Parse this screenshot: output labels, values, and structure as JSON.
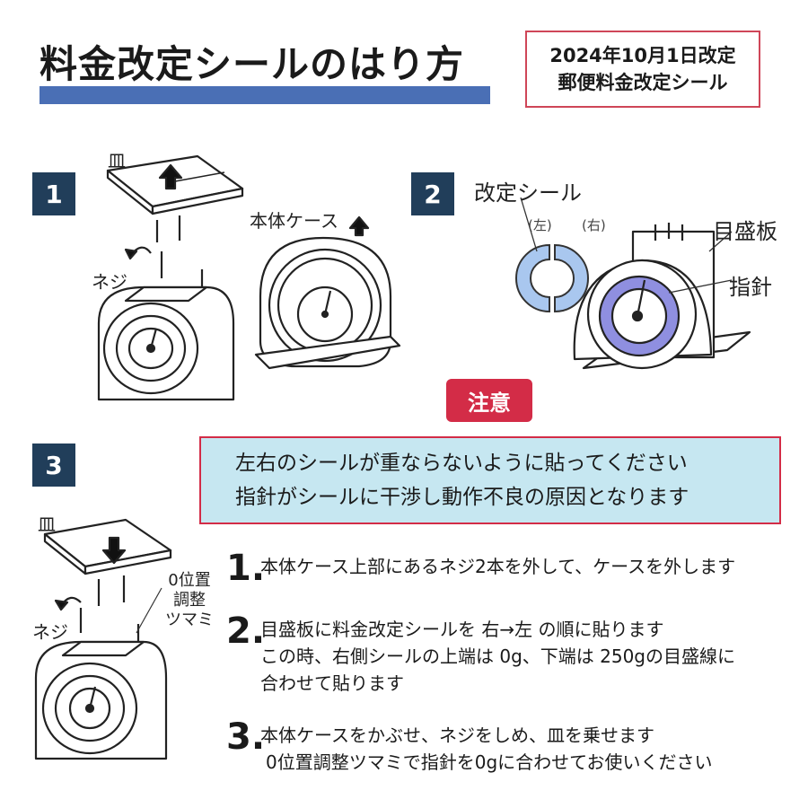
{
  "header": {
    "title": "料金改定シールのはり方",
    "revision_lines": [
      "2024年10月1日改定",
      "郵便料金改定シール"
    ]
  },
  "steps": [
    {
      "number": "1",
      "labels": {
        "plate": "皿",
        "screw": "ネジ",
        "case": "本体ケース"
      }
    },
    {
      "number": "2",
      "labels": {
        "seal": "改定シール",
        "left": "(左)",
        "right": "(右)",
        "dial": "目盛板",
        "needle": "指針"
      }
    },
    {
      "number": "3",
      "labels": {
        "plate": "皿",
        "screw": "ネジ",
        "knob_lines": [
          "0位置",
          "調整",
          "ツマミ"
        ]
      }
    }
  ],
  "caution": {
    "badge": "注意",
    "lines": [
      "左右のシールが重ならないように貼ってください",
      "指針がシールに干渉し動作不良の原因となります"
    ]
  },
  "instructions": [
    {
      "number": "1.",
      "lines": [
        "本体ケース上部にあるネジ2本を外して、ケースを外します"
      ]
    },
    {
      "number": "2.",
      "lines": [
        "目盛板に料金改定シールを 右→左 の順に貼ります",
        "この時、右側シールの上端は 0g、下端は 250gの目盛線に",
        "合わせて貼ります"
      ]
    },
    {
      "number": "3.",
      "lines": [
        "本体ケースをかぶせ、ネジをしめ、皿を乗せます",
        "0位置調整ツマミで指針を0gに合わせてお使いください"
      ]
    }
  ],
  "colors": {
    "title_bar": "#4a6fb5",
    "badge": "#213e5a",
    "caution_red": "#d32c47",
    "caution_bg": "#c6e7f1",
    "seal_fill": "#a9c7ef",
    "dial_ring": "#8f8fe0"
  }
}
